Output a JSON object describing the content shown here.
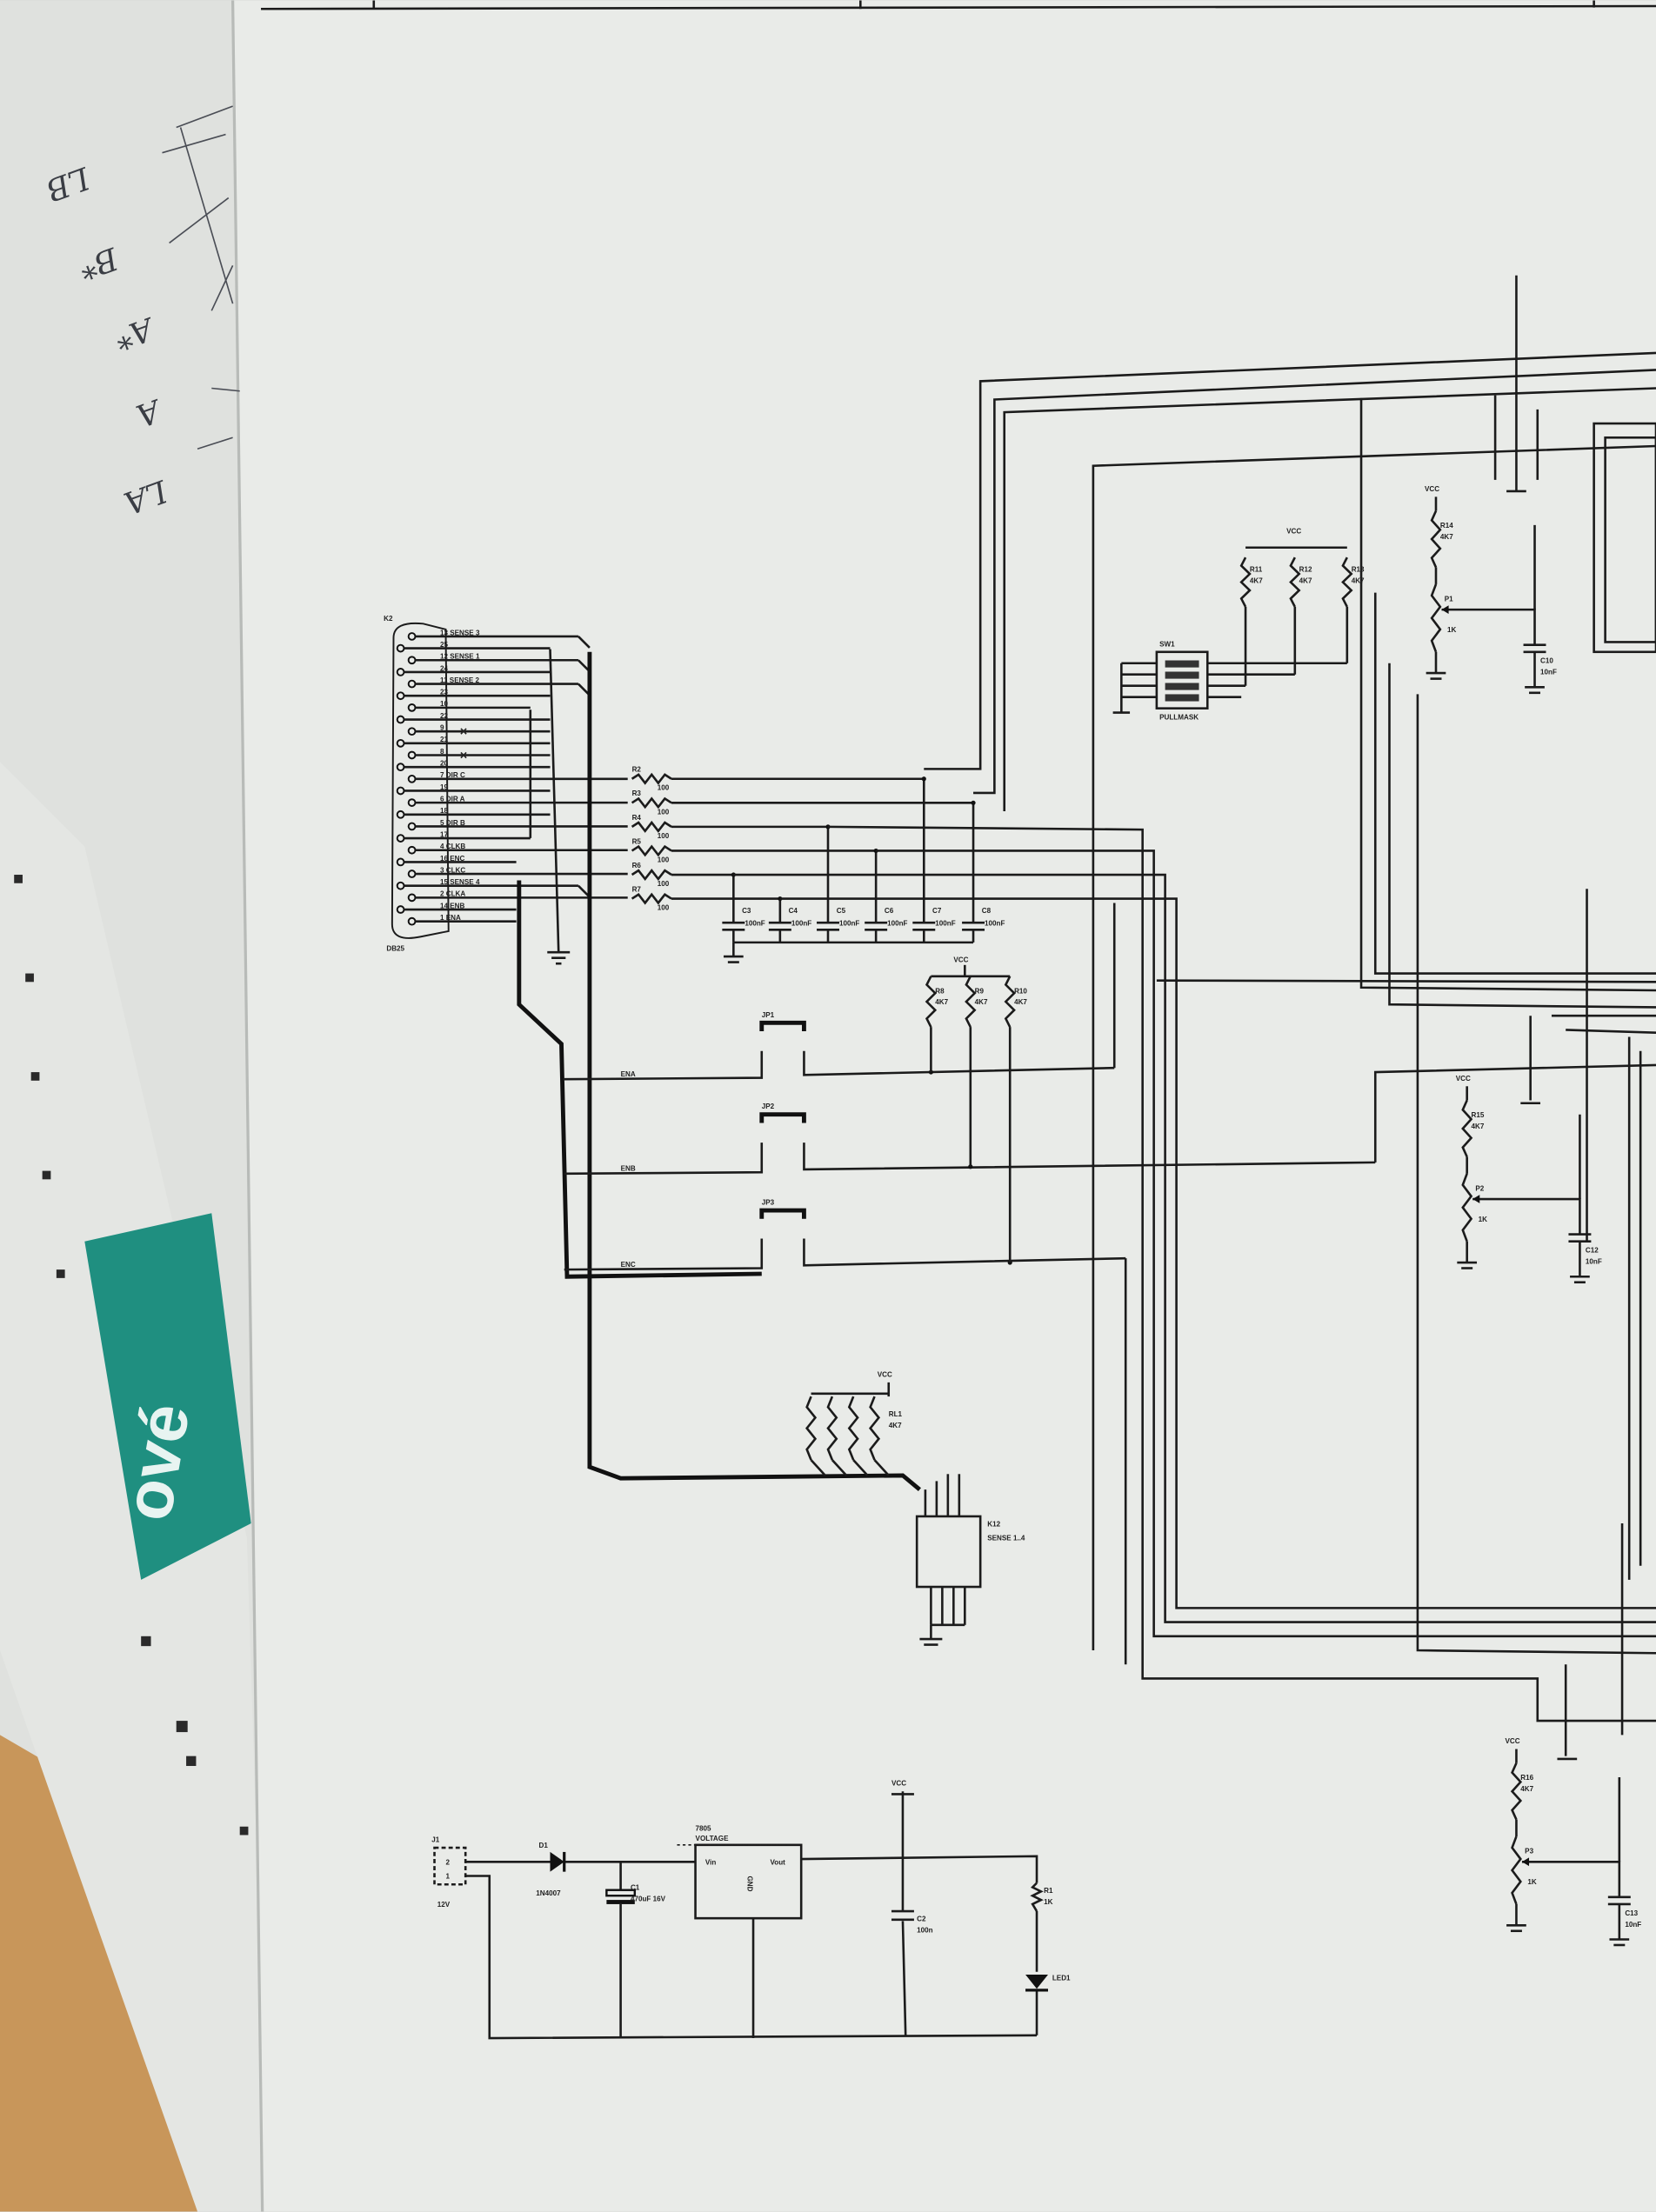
{
  "colors": {
    "paper": "#e8eae7",
    "under_paper": "#dfe1de",
    "wood": "#c8965a",
    "ink": "#1b1b1b",
    "logo": "#1f8f80"
  },
  "handwriting": [
    "LB",
    "B*",
    "A*",
    "A",
    "LA"
  ],
  "logo_text": "ové",
  "k2": {
    "ref": "K2",
    "type": "DB25",
    "pins": [
      "13 SENSE 3",
      "25",
      "12 SENSE 1",
      "24",
      "11 SENSE 2",
      "23",
      "10",
      "22",
      "9",
      "21",
      "8",
      "20",
      "7 DIR C",
      "19",
      "6 DIR A",
      "18",
      "5 DIR B",
      "17",
      "4 CLKB",
      "16 ENC",
      "3 CLKC",
      "15 SENSE 4",
      "2 CLKA",
      "14 ENB",
      "1 ENA"
    ]
  },
  "resistors_series": [
    {
      "ref": "R2",
      "value": "100"
    },
    {
      "ref": "R3",
      "value": "100"
    },
    {
      "ref": "R4",
      "value": "100"
    },
    {
      "ref": "R5",
      "value": "100"
    },
    {
      "ref": "R6",
      "value": "100"
    },
    {
      "ref": "R7",
      "value": "100"
    }
  ],
  "capacitors": [
    {
      "ref": "C3",
      "value": "100nF"
    },
    {
      "ref": "C4",
      "value": "100nF"
    },
    {
      "ref": "C5",
      "value": "100nF"
    },
    {
      "ref": "C6",
      "value": "100nF"
    },
    {
      "ref": "C7",
      "value": "100nF"
    },
    {
      "ref": "C8",
      "value": "100nF"
    }
  ],
  "jumpers": [
    {
      "ref": "JP1",
      "net": "ENA"
    },
    {
      "ref": "JP2",
      "net": "ENB"
    },
    {
      "ref": "JP3",
      "net": "ENC"
    }
  ],
  "pullups": [
    {
      "ref": "R8",
      "value": "4K7"
    },
    {
      "ref": "R9",
      "value": "4K7"
    },
    {
      "ref": "R10",
      "value": "4K7"
    }
  ],
  "vcc": "VCC",
  "sense": {
    "array_ref": "RL1",
    "array_value": "4K7",
    "connector_ref": "K12",
    "connector_name": "SENSE 1..4"
  },
  "switch": {
    "ref": "SW1",
    "name": "PULLMASK"
  },
  "pot_section": [
    {
      "r_ref": "R11",
      "r_value": "4K7"
    },
    {
      "r_ref": "R12",
      "r_value": "4K7"
    },
    {
      "r_ref": "R13",
      "r_value": "4K7"
    }
  ],
  "trim1": {
    "r_ref": "R14",
    "r_value": "4K7",
    "pot_ref": "P1",
    "pot_value": "1K",
    "cap_ref": "C10",
    "cap_value": "10nF"
  },
  "trim2": {
    "r_ref": "R15",
    "r_value": "4K7",
    "pot_ref": "P2",
    "pot_value": "1K",
    "cap_ref": "C12",
    "cap_value": "10nF"
  },
  "trim3": {
    "r_ref": "R16",
    "r_value": "4K7",
    "pot_ref": "P3",
    "pot_value": "1K",
    "cap_ref": "C13",
    "cap_value": "10nF"
  },
  "power": {
    "jack_ref": "J1",
    "jack_label": "12V",
    "jack_pins": [
      "2",
      "1"
    ],
    "diode_ref": "D1",
    "diode_value": "1N4007",
    "cap1_ref": "C1",
    "cap1_value": "470uF 16V",
    "reg_name": "7805",
    "reg_label": "VOLTAGE",
    "reg_vin": "Vin",
    "reg_vout": "Vout",
    "reg_gnd": "GND",
    "cap2_ref": "C2",
    "cap2_value": "100n",
    "r_ref": "R1",
    "r_value": "1K",
    "led_ref": "LED1"
  }
}
